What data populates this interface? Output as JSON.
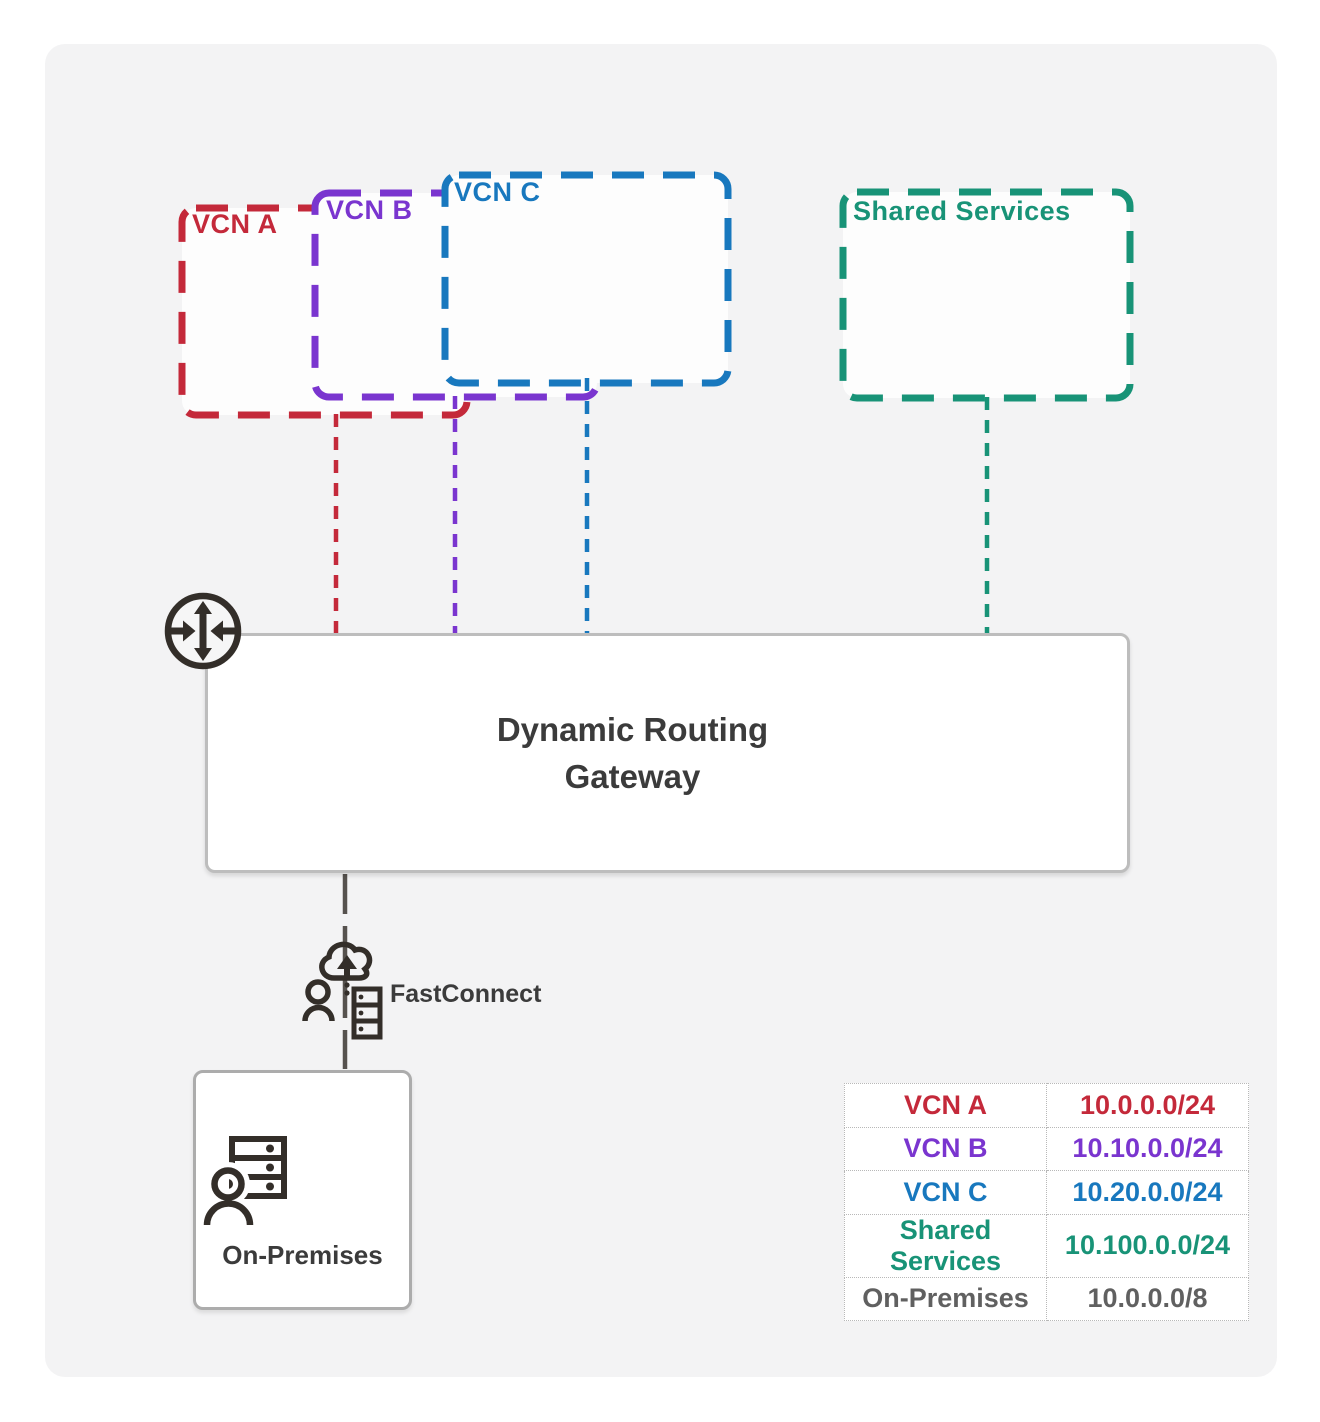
{
  "colors": {
    "red": "#C4293A",
    "purple": "#7A35CF",
    "blue": "#1878BE",
    "teal": "#189377",
    "dark": "#3B3B3B",
    "gray": "#606060",
    "icon": "#332E29",
    "linegray": "#56524E"
  },
  "diagram": {
    "vcn_a_label": "VCN A",
    "vcn_b_label": "VCN B",
    "vcn_c_label": "VCN C",
    "shared_label": "Shared Services",
    "drg_line1": "Dynamic Routing",
    "drg_line2": "Gateway",
    "fastconnect_label": "FastConnect",
    "onprem_label": "On-Premises"
  },
  "legend_table": {
    "rows": [
      {
        "name": "VCN A",
        "cidr": "10.0.0.0/24"
      },
      {
        "name": "VCN B",
        "cidr": "10.10.0.0/24"
      },
      {
        "name": "VCN C",
        "cidr": "10.20.0.0/24"
      },
      {
        "name": "Shared Services",
        "cidr": "10.100.0.0/24"
      },
      {
        "name": "On-Premises",
        "cidr": "10.0.0.0/8"
      }
    ]
  }
}
